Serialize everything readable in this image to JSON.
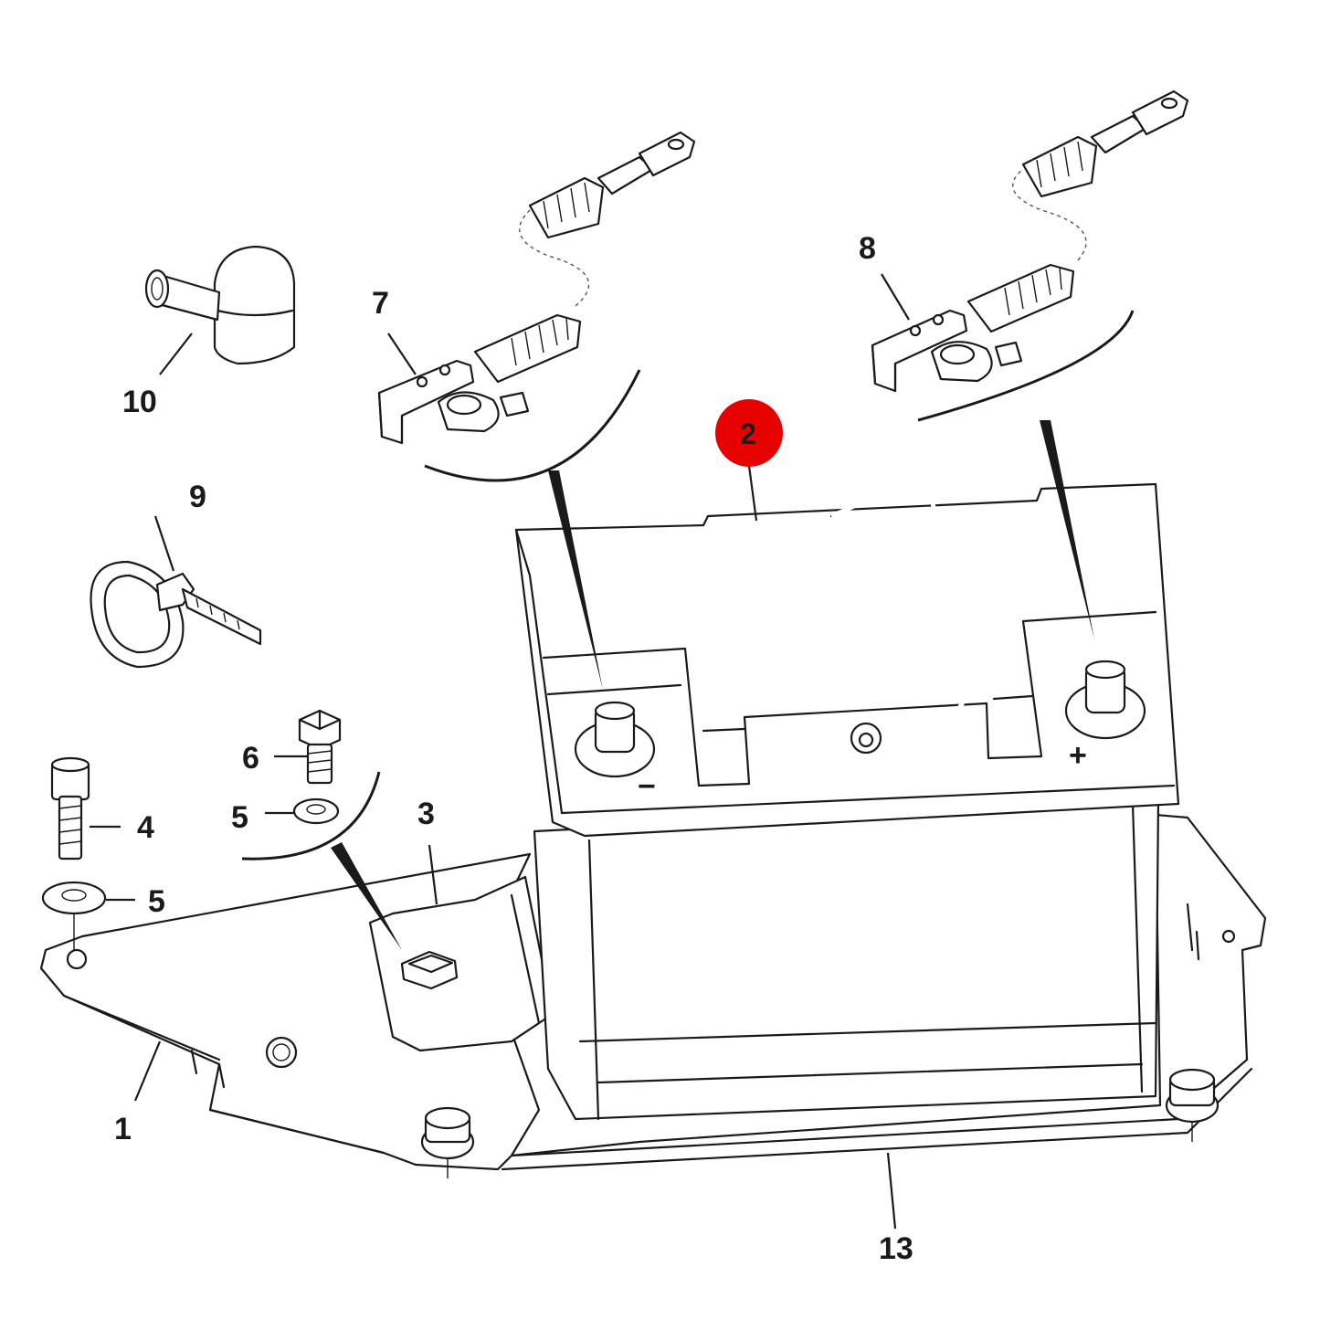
{
  "callouts": {
    "c1": "1",
    "c2": "2",
    "c3": "3",
    "c4": "4",
    "c5a": "5",
    "c5b": "5",
    "c6": "6",
    "c7": "7",
    "c8": "8",
    "c9": "9",
    "c10": "10",
    "c13": "13"
  },
  "highlight": {
    "callout": "2",
    "color": "#e60000"
  },
  "terminal_marks": {
    "negative": "−",
    "positive": "+"
  }
}
